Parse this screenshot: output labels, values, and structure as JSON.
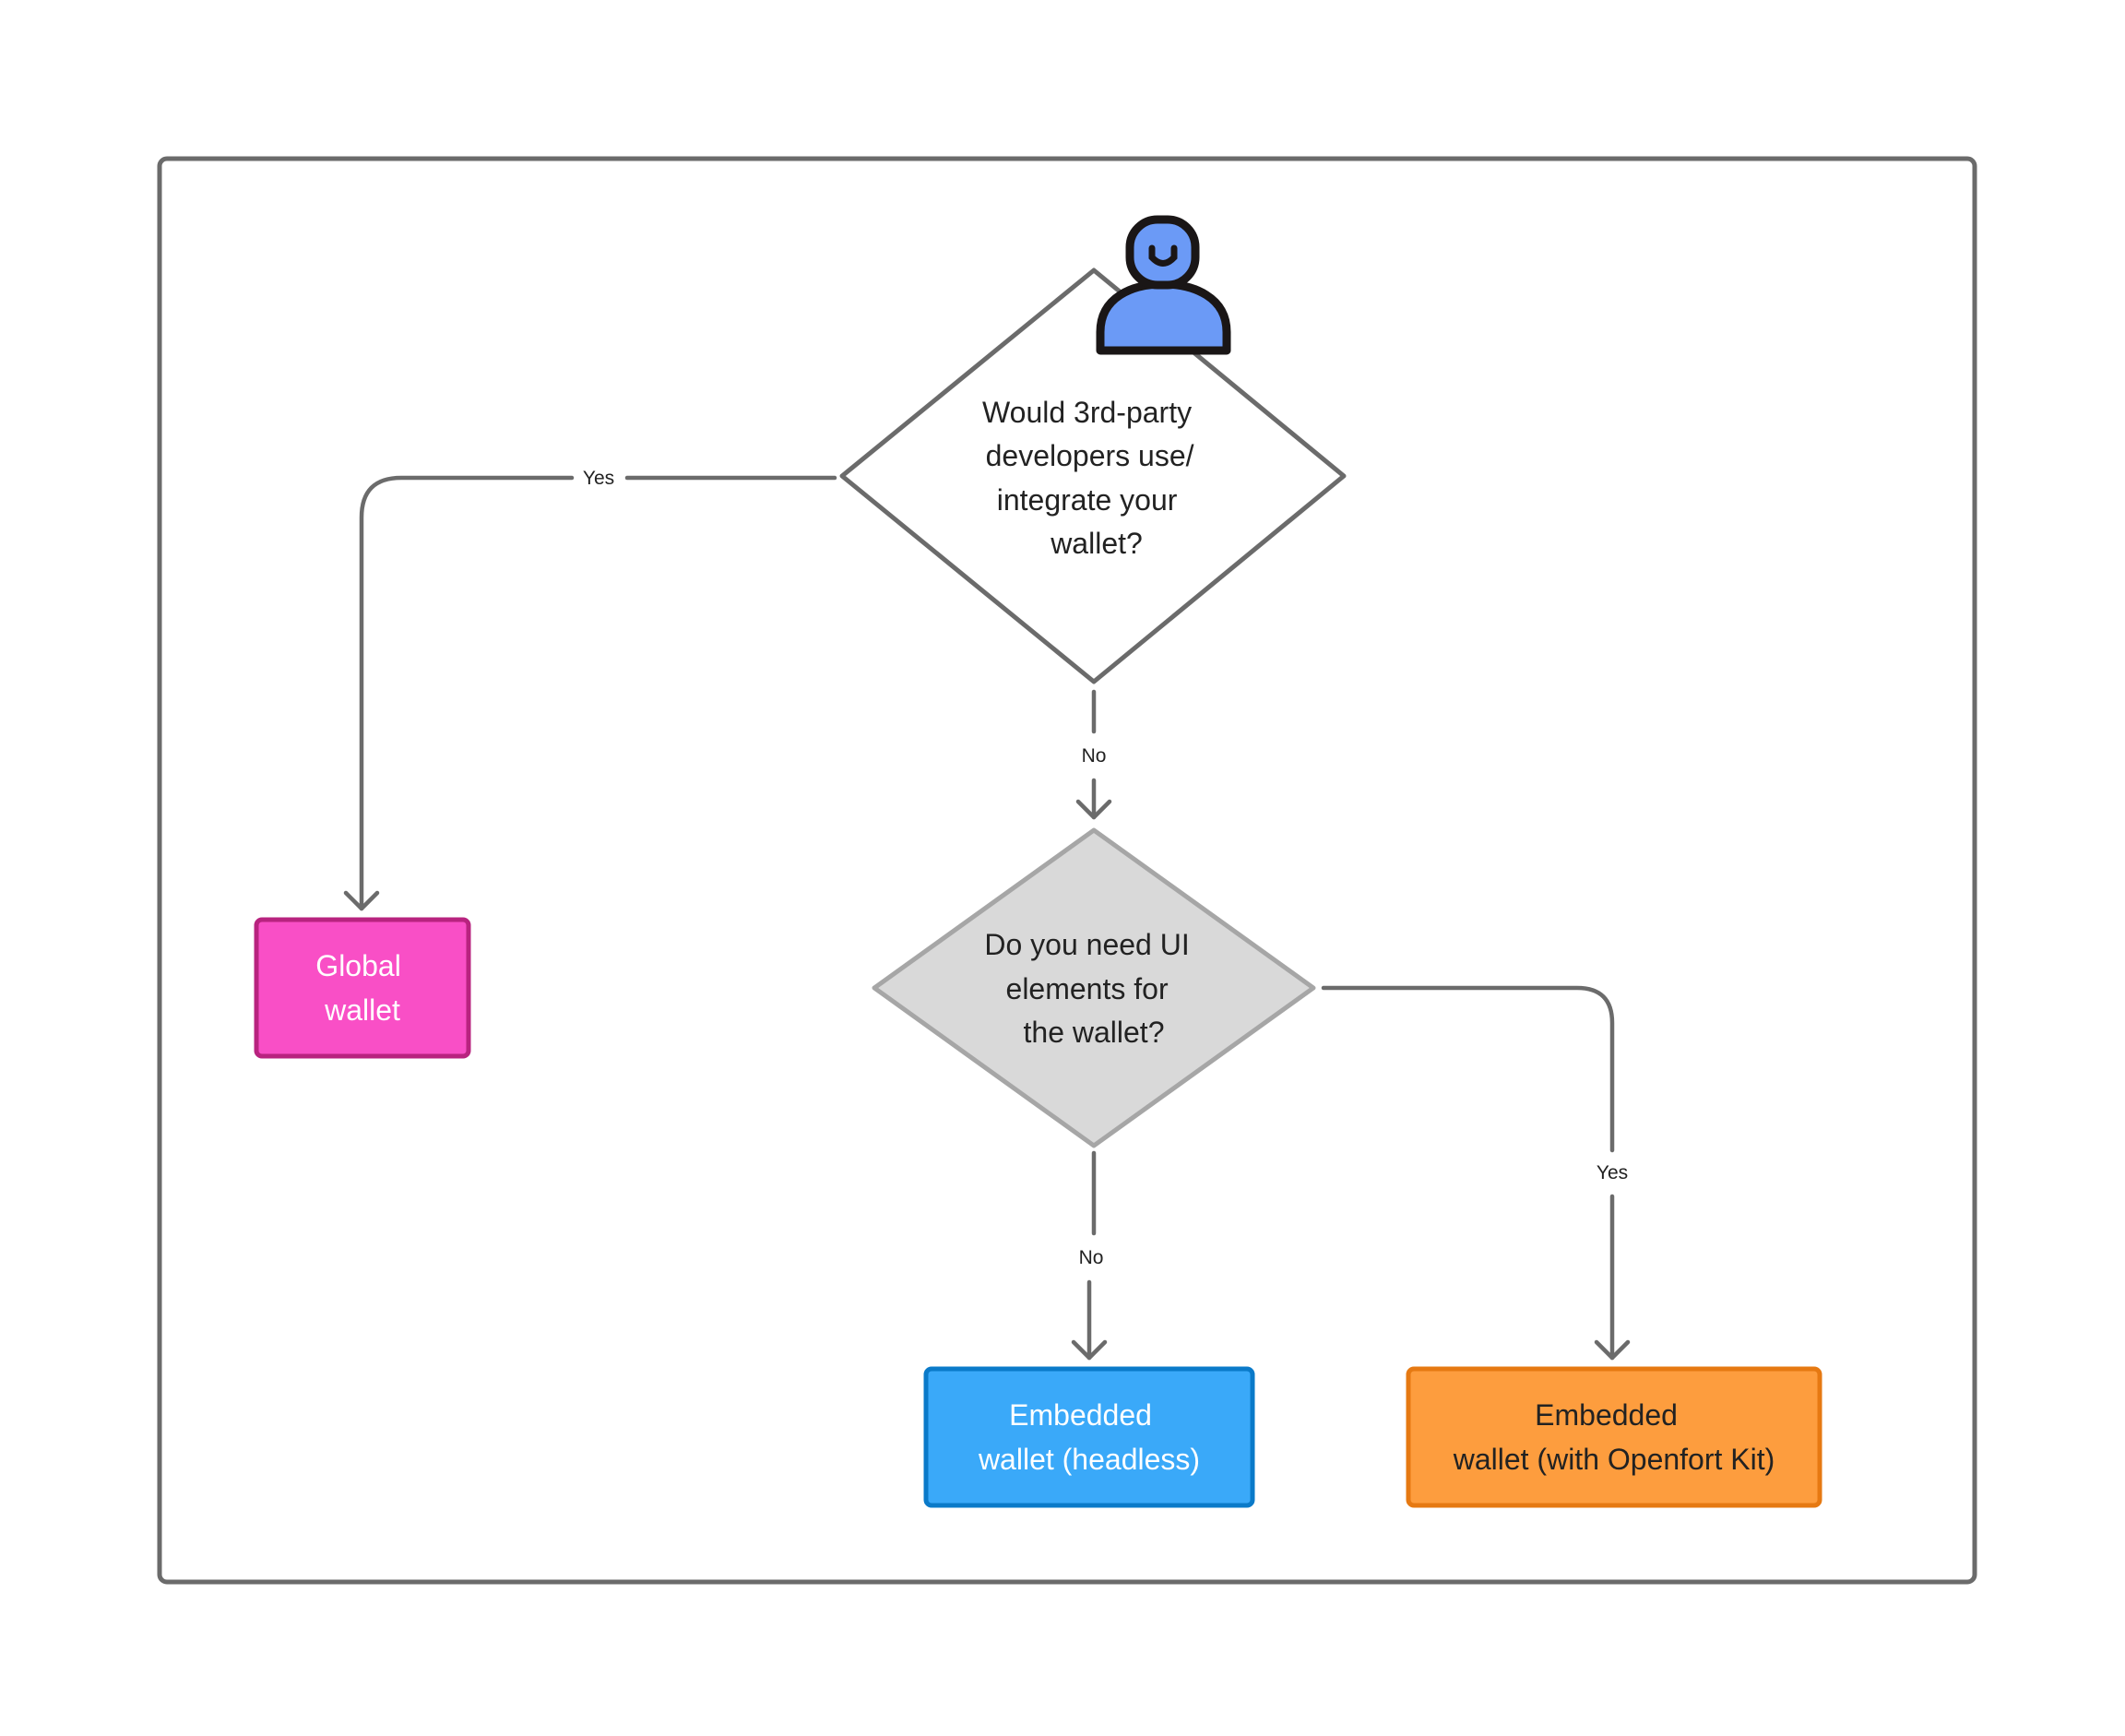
{
  "nodes": {
    "q1": {
      "lines": [
        "Would 3rd-party",
        "developers use/",
        "integrate your",
        "wallet?"
      ],
      "fill": "#ffffff",
      "stroke": "#6b6b6b"
    },
    "q2": {
      "lines": [
        "Do you need UI",
        "elements for",
        "the wallet?"
      ],
      "fill": "#d9d9d9",
      "stroke": "#a6a6a6"
    },
    "global": {
      "lines": [
        "Global",
        "wallet"
      ],
      "fill": "#f94fc6",
      "stroke": "#b8237f"
    },
    "headless": {
      "lines": [
        "Embedded",
        "wallet (headless)"
      ],
      "fill": "#3aa9f9",
      "stroke": "#0a7ac9"
    },
    "kit": {
      "lines": [
        "Embedded",
        "wallet (with Openfort Kit)"
      ],
      "fill": "#fd9d3e",
      "stroke": "#e67912"
    }
  },
  "edges": {
    "q1_yes": "Yes",
    "q1_no": "No",
    "q2_no": "No",
    "q2_yes": "Yes"
  },
  "icon": {
    "name": "user-icon",
    "fill": "#6b9af6",
    "stroke": "#1a1616"
  },
  "frame_stroke": "#6b6b6b"
}
